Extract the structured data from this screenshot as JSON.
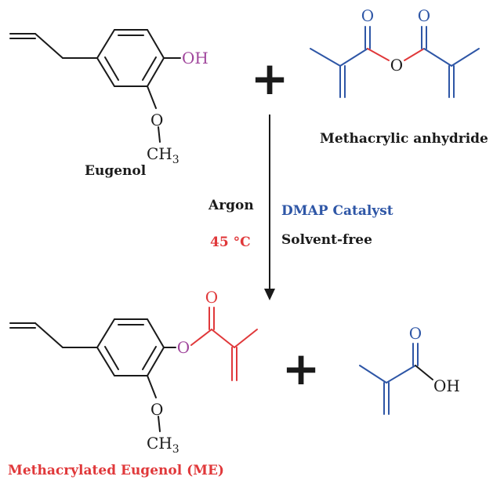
{
  "reactants": {
    "eugenol": {
      "name": "Eugenol",
      "oh": "OH",
      "methoxy_o": "O",
      "methyl": "CH",
      "methyl_sub": "3"
    },
    "plus": "+",
    "anhydride": {
      "name": "Methacrylic anhydride",
      "o_top_left": "O",
      "o_top_right": "O",
      "o_bridge": "O"
    }
  },
  "conditions": {
    "atmosphere": "Argon",
    "catalyst": "DMAP Catalyst",
    "temperature": "45 °C",
    "solvent": "Solvent-free"
  },
  "products": {
    "me": {
      "name": "Methacrylated Eugenol (ME)",
      "o_carbonyl": "O",
      "o_ester": "O",
      "methoxy_o": "O",
      "methyl": "CH",
      "methyl_sub": "3"
    },
    "plus": "+",
    "acid": {
      "o_carbonyl": "O",
      "oh": "OH"
    }
  },
  "colors": {
    "black": "#1a1a1a",
    "blue": "#2e56a6",
    "red": "#e0383a",
    "purple": "#a0469c"
  }
}
